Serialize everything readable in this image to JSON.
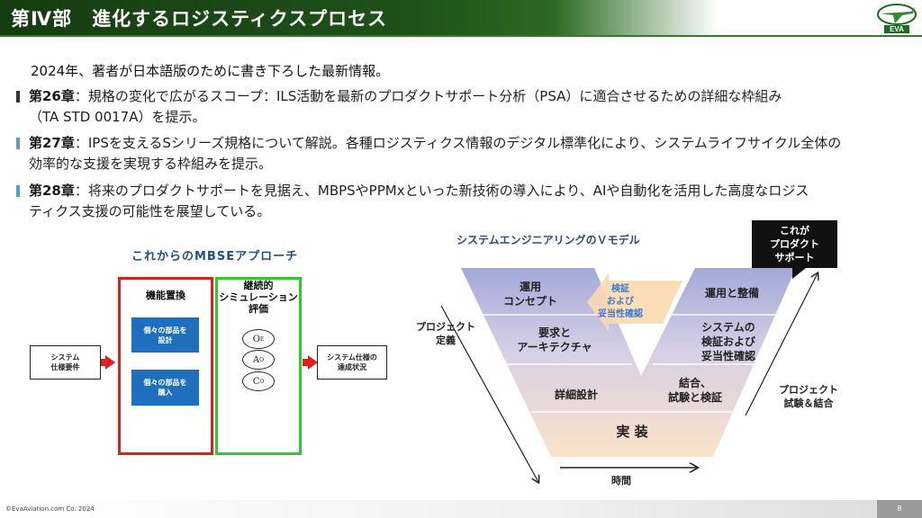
{
  "header": {
    "title": "第Ⅳ部　進化するロジスティクスプロセス",
    "logo_text": "EVA"
  },
  "intro": "2024年、著者が日本語版のために書き下ろした最新情報。",
  "chapters": [
    {
      "num": "第26章",
      "line1": "：規格の変化で広がるスコープ：ILS活動を最新のプロダクトサポート分析（PSA）に適合させるための詳細な枠組み",
      "line2": "（TA STD 0017A）を提示。",
      "marker_color": "#333333"
    },
    {
      "num": "第27章",
      "line1": "：IPSを支えるSシリーズ規格について解説。各種ロジスティクス情報のデジタル標準化により、システムライフサイクル全体の",
      "line2": "効率的な支援を実現する枠組みを提示。",
      "marker_color": "#5b9bd5"
    },
    {
      "num": "第28章",
      "line1": "：将来のプロダクトサポートを見据え、MBPSやPPMxといった新技術の導入により、AIや自動化を活用した高度なロジス",
      "line2": "ティクス支援の可能性を展望している。",
      "marker_color": "#5b9bd5"
    }
  ],
  "mbse": {
    "title": "これからのMBSEアプローチ",
    "input": "システム\n仕様要件",
    "output": "システム仕様の\n達成状況",
    "red_label": "機能置換",
    "green_label": "継続的\nシミュレーション\n評価",
    "blue1": "個々の部品を\n設計",
    "blue2": "個々の部品を\n購入",
    "circles": [
      {
        "main": "O",
        "sub": "E"
      },
      {
        "main": "A",
        "sub": "O"
      },
      {
        "main": "C",
        "sub": "O"
      }
    ]
  },
  "vmodel": {
    "title": "システムエンジニアリングのＶモデル",
    "left_stages": [
      "運用\nコンセプト",
      "要求と\nアーキテクチャ",
      "詳細設計"
    ],
    "bottom": "実 装",
    "right_stages": [
      "運用と整備",
      "システムの\n検証および\n妥当性確認",
      "結合、\n試験と検証"
    ],
    "verify": "検証\nおよび\n妥当性確認",
    "callout": "これが\nプロダクト\nサポート",
    "left_arrow_label": "プロジェクト\n定義",
    "right_arrow_label": "プロジェクト\n試験＆結合",
    "time_label": "時間",
    "colors": {
      "top": "#a3a9d8",
      "mid": "#d7d0e6",
      "bottom": "#fbe3c8",
      "arrow": "#fbd9b0"
    }
  },
  "footer": {
    "copyright": "©EvaAviation.com Co. 2024",
    "page": "8"
  }
}
